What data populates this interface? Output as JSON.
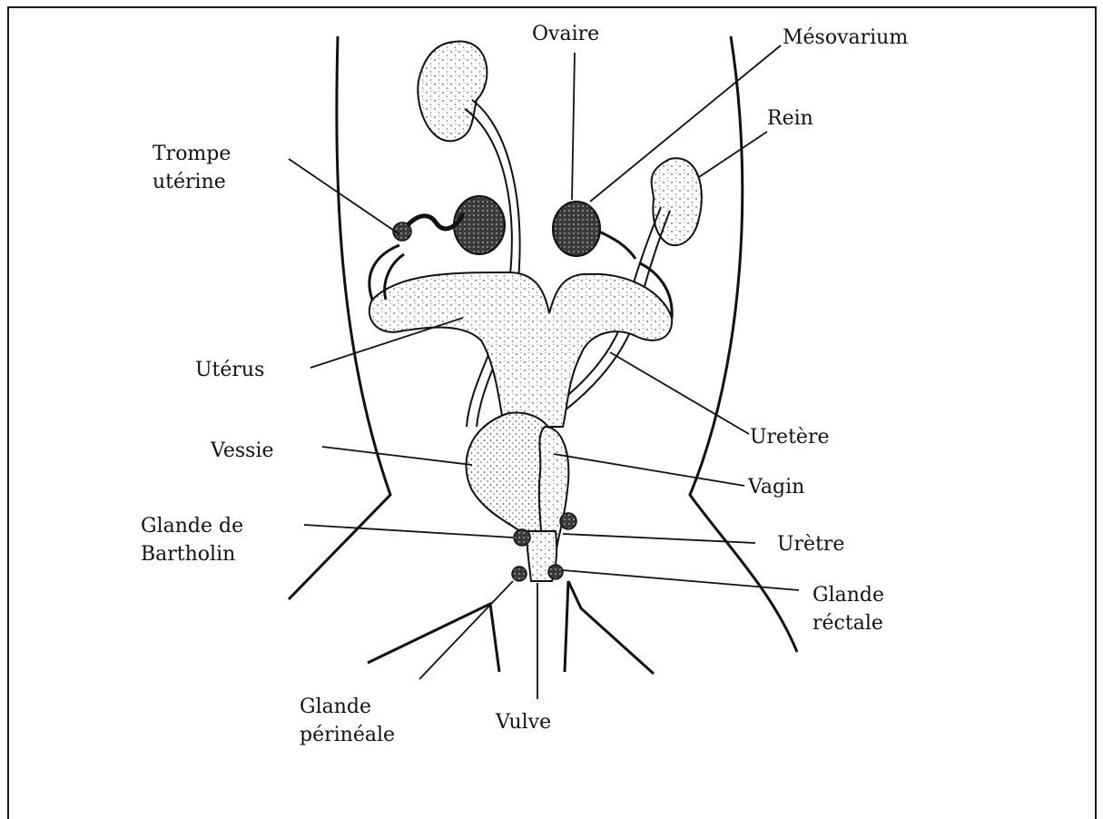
{
  "labels": {
    "ovaire": "Ovaire",
    "mesovarium": "Mésovarium",
    "rein": "Rein",
    "trompe_line1": "Trompe",
    "trompe_line2": "utérine",
    "uterus": "Utérus",
    "uretere": "Uretère",
    "vessie": "Vessie",
    "vagin": "Vagin",
    "bartholin_line1": "Glande de",
    "bartholin_line2": "Bartholin",
    "uretre": "Urètre",
    "rectale_line1": "Glande",
    "rectale_line2": "réctale",
    "perineale_line1": "Glande",
    "perineale_line2": "périnéale",
    "vulve": "Vulve"
  },
  "colors": {
    "ink": "#111111",
    "stipple": "#6a6a6a",
    "dark_fill": "#2b2b2b",
    "background": "#ffffff"
  }
}
